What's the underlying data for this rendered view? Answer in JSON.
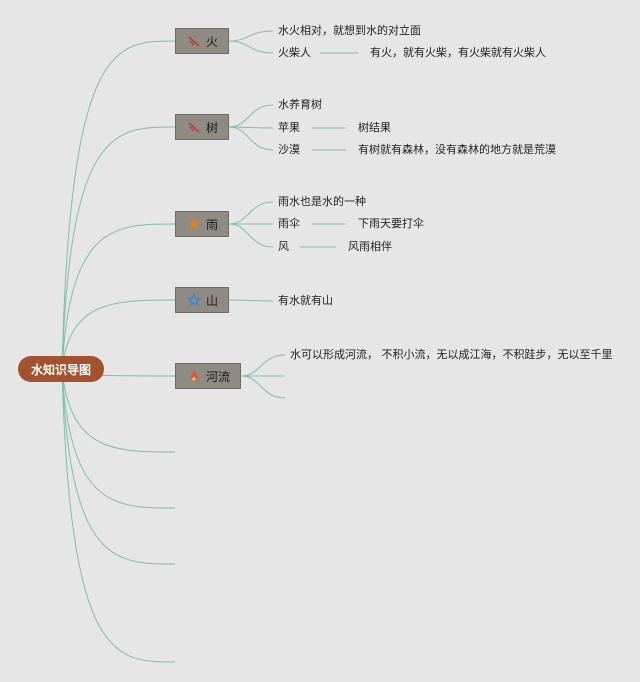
{
  "root": {
    "label": "水知识导图"
  },
  "colors": {
    "root_bg": "#a3512f",
    "topic_bg": "#8f8b82",
    "line": "#7fbfa8"
  },
  "topics": [
    {
      "label": "火",
      "icon": "strike-icon",
      "children": [
        {
          "text": "水火相对，就想到水的对立面",
          "sub": ""
        },
        {
          "text": "火柴人",
          "sub": "有火，就有火柴，有火柴就有火柴人"
        }
      ]
    },
    {
      "label": "树",
      "icon": "strike-icon",
      "children": [
        {
          "text": "水养育树",
          "sub": ""
        },
        {
          "text": "苹果",
          "sub": "树结果"
        },
        {
          "text": "沙漠",
          "sub": "有树就有森林，没有森林的地方就是荒漠"
        }
      ]
    },
    {
      "label": "雨",
      "icon": "star-filled-icon",
      "children": [
        {
          "text": "雨水也是水的一种",
          "sub": ""
        },
        {
          "text": "雨伞",
          "sub": "下雨天要打伞"
        },
        {
          "text": "风",
          "sub": "风雨相伴"
        }
      ]
    },
    {
      "label": "山",
      "icon": "star-outline-icon",
      "children": [
        {
          "text": "有水就有山",
          "sub": ""
        }
      ]
    },
    {
      "label": "河流",
      "icon": "flame-icon",
      "children": [
        {
          "text": "水可以形成河流，  不积小流，无以成江海，不积跬步，无以至千里",
          "sub": ""
        }
      ]
    }
  ]
}
